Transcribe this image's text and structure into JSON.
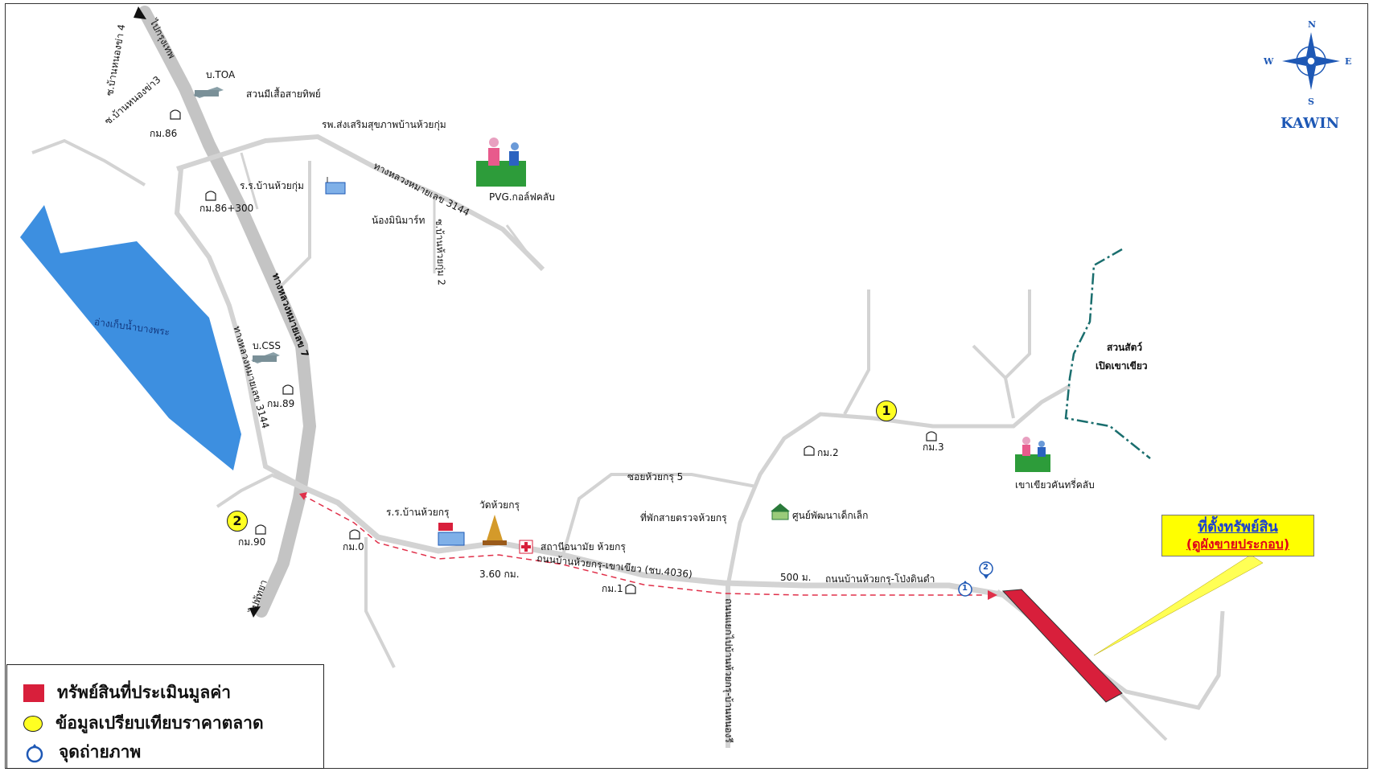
{
  "compass": {
    "n": "N",
    "s": "S",
    "e": "E",
    "w": "W",
    "brand": "KAWIN",
    "color": "#1e58b5"
  },
  "labels": {
    "to_bangkok": "ไปกรุงเทพ",
    "to_pattaya": "ไปพัทยา",
    "soi_nongkha4": "ซ.บ้านหนองข่า 4",
    "soi_nongkha3": "ซ.บ้านหนองข่า3",
    "toa": "บ.TOA",
    "kor_tai": "สวนมีเสื้อสายทิพย์",
    "km86": "กม.86",
    "hospital_huaykum": "รพ.ส่งเสริมสุขภาพบ้านห้วยกุ่ม",
    "highway3144_top": "ทางหลวงหมายเลข 3144",
    "pvg_golf": "PVG.กอล์ฟคลับ",
    "school_huaykum": "ร.ร.บ้านห้วยกุ่ม",
    "km86_300": "กม.86+300",
    "nong_minimart": "น้องมินิมาร์ท",
    "soi_huaykum2": "ซ.บ้านห้วยกุ่ม 2",
    "highway7": "ทางหลวงหมายเลข 7",
    "reservoir": "อ่างเก็บน้ำบางพระ",
    "css": "บ.CSS",
    "highway3144_left": "ทางหลวงหมายเลข 3144",
    "km89": "กม.89",
    "zoo_line1": "สวนสัตว์",
    "zoo_line2": "เปิดเขาเขียว",
    "km2": "กม.2",
    "km3": "กม.3",
    "khaokheow_golf": "เขาเขียวคันทรี่คลับ",
    "soi_huaykru5": "ซอยห้วยกรุ 5",
    "rest_point": "ที่พักสายตรวจห้วยกรุ",
    "child_center": "ศูนย์พัฒนาเด็กเล็ก",
    "school_huaykru": "ร.ร.บ้านห้วยกรุ",
    "wat_huaykru": "วัดห้วยกรุ",
    "health_station": "สถานีอนามัย ห้วยกรุ",
    "road_4036": "ถนนบ้านห้วยกรุ-เขาเขียว (ชบ.4036)",
    "dist_360": "3.60 กม.",
    "km0": "กม.0",
    "km90": "กม.90",
    "km1": "กม.1",
    "dist_500": "500 ม.",
    "road_pong": "ถนนบ้านห้วยกรุ-โป่งดินดำ",
    "road_vertical": "ถนนแยกไปบ้านห้วยกรุ-บ้านหนองรี"
  },
  "markers": {
    "comparable_1": "1",
    "comparable_2": "2",
    "photo_1": "1",
    "photo_2": "2"
  },
  "callout": {
    "line1": "ที่ตั้งทรัพย์สิน",
    "line2": "(ดูผังขายประกอบ)"
  },
  "legend": {
    "items": [
      {
        "label": "ทรัพย์สินที่ประเมินมูลค่า",
        "color": "#d81f3b"
      },
      {
        "label": "ข้อมูลเปรียบเทียบราคาตลาด",
        "color": "#ffff22"
      },
      {
        "label": "จุดถ่ายภาพ",
        "color": "#1e58b5"
      }
    ]
  },
  "colors": {
    "road": "#d3d3d3",
    "highway": "#c4c4c4",
    "reservoir": "#3d8fe0",
    "property": "#d81f3b",
    "route": "#e0304a",
    "trail": "#1a6e6e"
  }
}
